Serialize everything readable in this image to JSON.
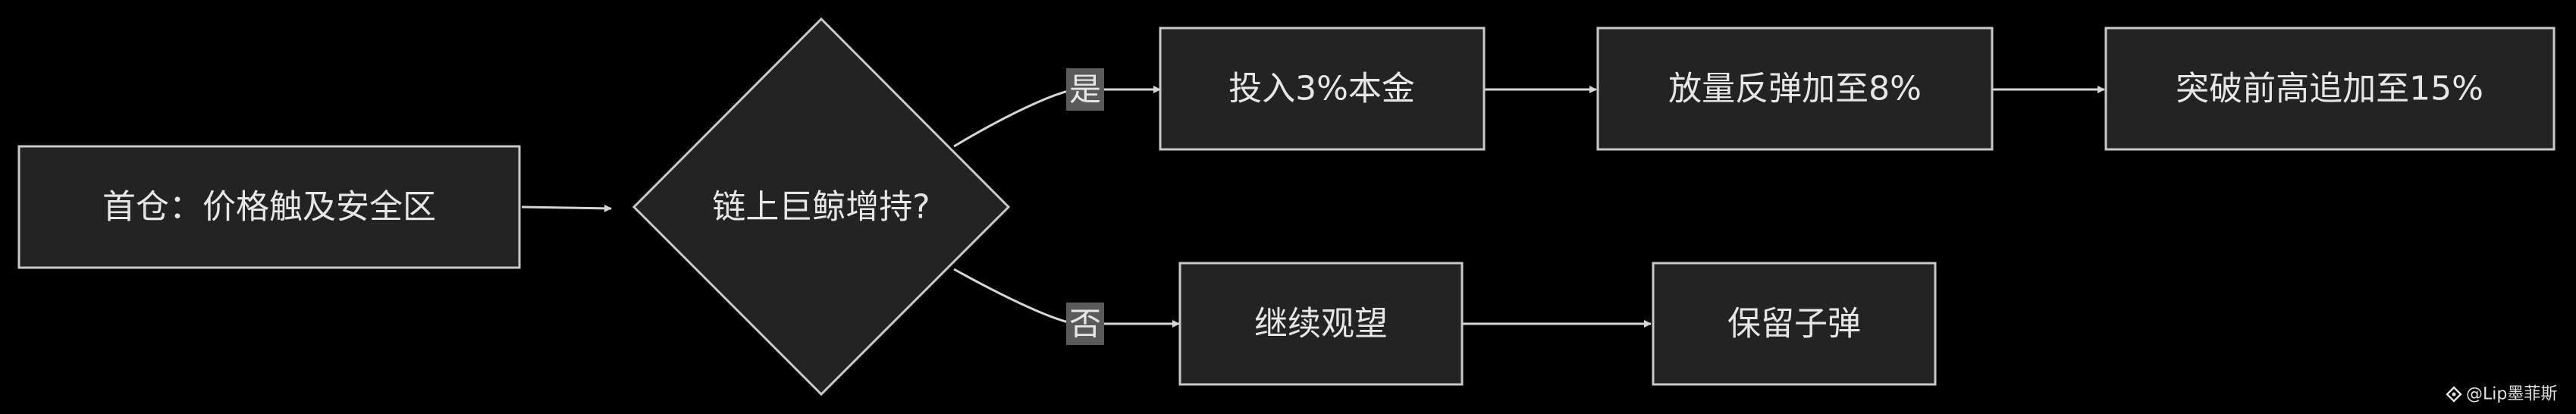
{
  "diagram": {
    "type": "flowchart",
    "nodes": {
      "start": "首仓：价格触及安全区",
      "decision": "链上巨鲸增持?",
      "invest": "投入3%本金",
      "rebound": "放量反弹加至8%",
      "breakout": "突破前高追加至15%",
      "wait": "继续观望",
      "keep": "保留子弹"
    },
    "edges": {
      "yes_label": "是",
      "no_label": "否"
    }
  },
  "watermark": {
    "text": "@Lip墨菲斯"
  }
}
